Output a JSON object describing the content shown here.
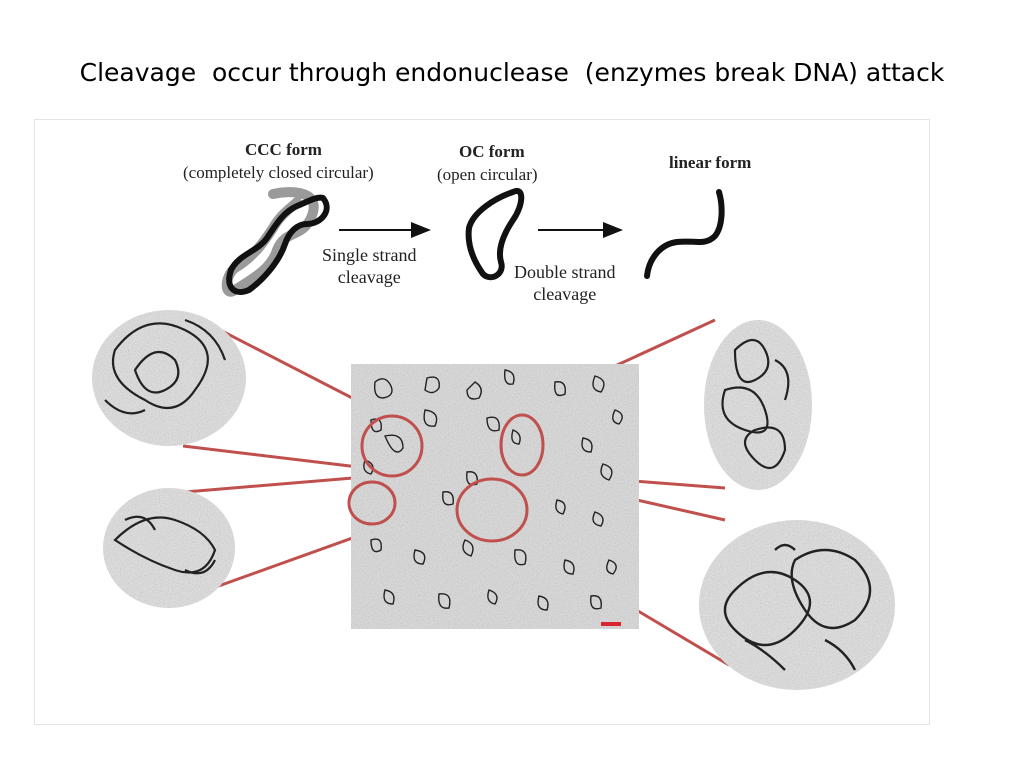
{
  "slide": {
    "title": "Cleavage  occur through endonuclease  (enzymes break DNA) attack"
  },
  "diagram": {
    "forms": [
      {
        "name": "CCC form",
        "description": "(completely closed circular)"
      },
      {
        "name": "OC form",
        "description": "(open circular)"
      },
      {
        "name": "linear form",
        "description": ""
      }
    ],
    "steps": [
      {
        "line1": "Single strand",
        "line2": "cleavage"
      },
      {
        "line1": "Double strand",
        "line2": "cleavage"
      }
    ],
    "colors": {
      "zoom_line": "#c0504d",
      "strand": "#111111",
      "micrograph_bg": "#dcdcdc",
      "scale_bar": "#d9232e"
    }
  }
}
